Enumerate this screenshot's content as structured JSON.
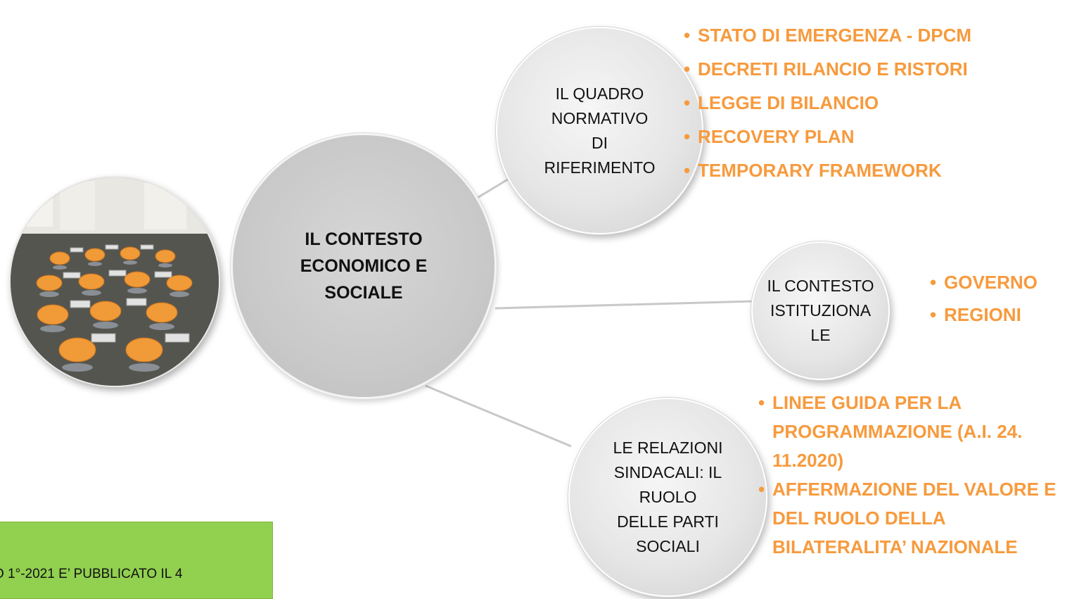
{
  "main_topic": {
    "label": "IL CONTESTO\nECONOMICO E\nSOCIALE"
  },
  "branches": [
    {
      "label": "IL QUADRO\nNORMATIVO\nDI\nRIFERIMENTO",
      "items": [
        "STATO DI EMERGENZA - DPCM",
        "DECRETI RILANCIO E RISTORI",
        "LEGGE DI BILANCIO",
        "RECOVERY PLAN",
        "TEMPORARY FRAMEWORK"
      ]
    },
    {
      "label": "IL CONTESTO\nISTITUZIONA\nLE",
      "items": [
        "GOVERNO",
        "REGIONI"
      ]
    },
    {
      "label": "LE RELAZIONI\nSINDACALI: IL\nRUOLO\nDELLE PARTI\nSOCIALI",
      "items": [
        "LINEE GUIDA PER LA PROGRAMMAZIONE (A.I. 24. 11.2020)",
        "AFFERMAZIONE DEL VALORE E DEL RUOLO DELLA BILATERALITA’ NAZIONALE"
      ]
    }
  ],
  "note": {
    "text": "O 1°-2021 E’ PUBBLICATO IL 4"
  },
  "colors": {
    "bullet_text": "#f79a3d",
    "note_background": "#92d050",
    "main_circle": "#c9c9c9"
  }
}
